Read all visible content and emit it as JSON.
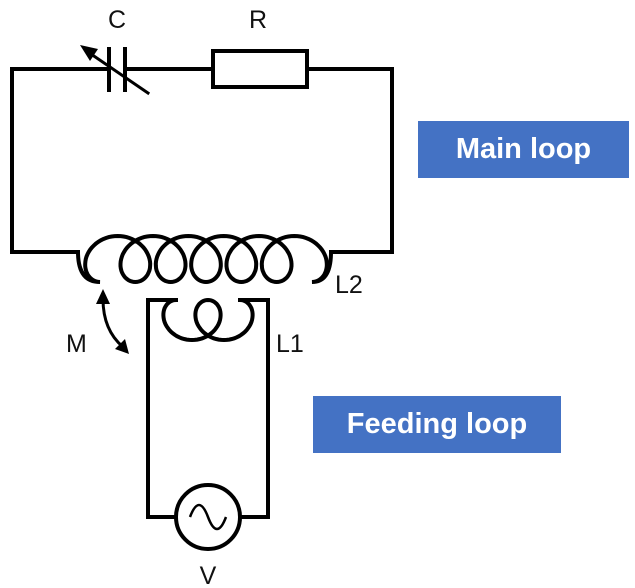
{
  "labels": {
    "capacitor": "C",
    "resistor": "R",
    "main_coil": "L2",
    "feed_coil": "L1",
    "mutual": "M",
    "source": "V"
  },
  "boxes": {
    "main_loop": "Main loop",
    "feeding_loop": "Feeding loop"
  },
  "colors": {
    "box_fill": "#4472C4",
    "wire": "#000000",
    "box_text": "#ffffff"
  },
  "components": {
    "main_coil_turns": 6,
    "feed_coil_turns": 2,
    "capacitor_variable": true,
    "source_icon": "ac-sine-icon"
  }
}
